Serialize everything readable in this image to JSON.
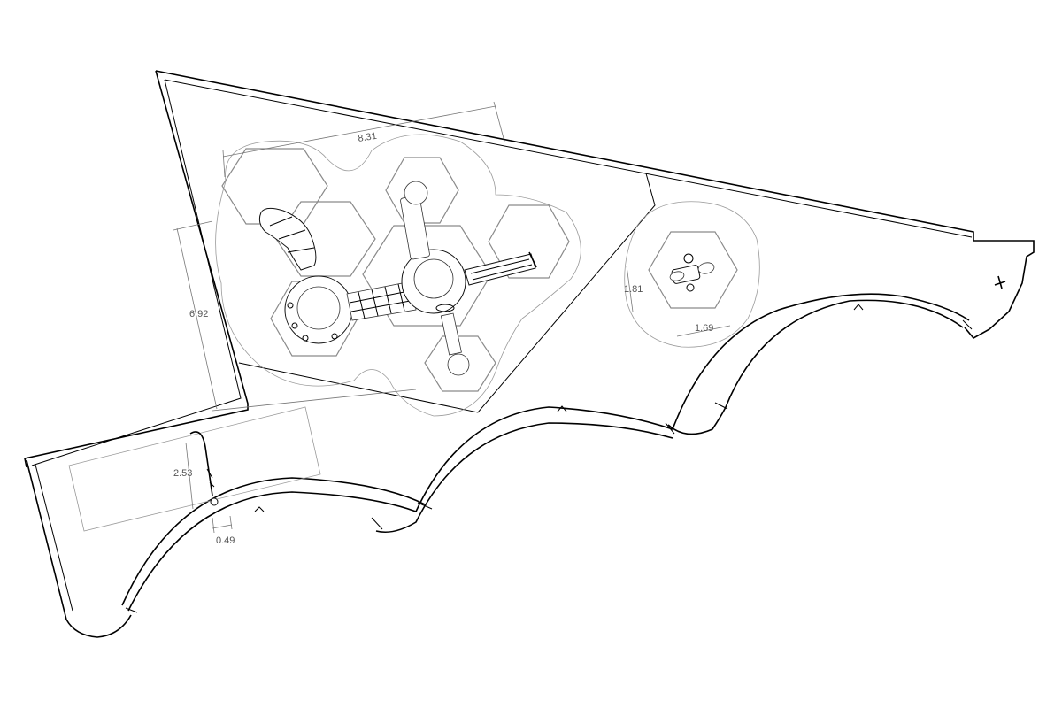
{
  "drawing": {
    "line_color": "#000000",
    "dimension_color": "#777777",
    "zone_color": "#9a9a9a",
    "background": "#ffffff"
  },
  "dimensions": {
    "play_structure_width": "8.31",
    "play_structure_depth": "6.92",
    "spring_rider_depth": "1.81",
    "spring_rider_width": "1.69",
    "shower_zone_depth": "2.53",
    "shower_offset": "0.49"
  }
}
